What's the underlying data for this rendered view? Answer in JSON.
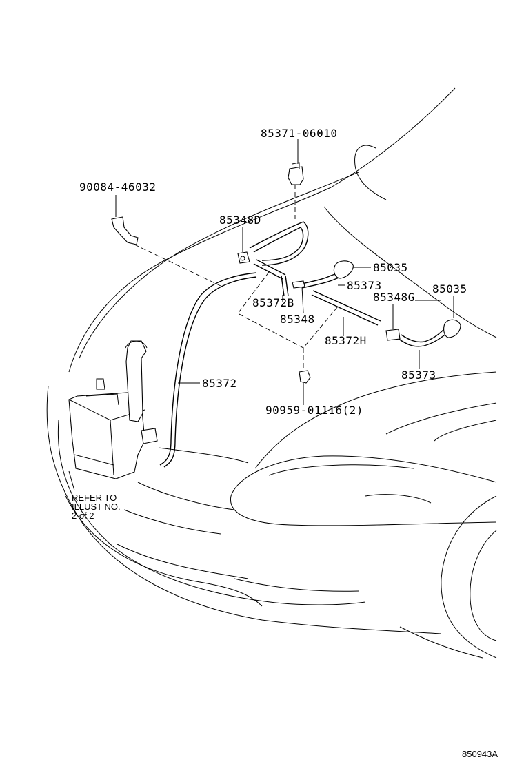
{
  "diagram": {
    "part_labels": {
      "p85371_06010": "85371-06010",
      "p90084_46032": "90084-46032",
      "p85348D": "85348D",
      "p85035_a": "85035",
      "p85373_a": "85373",
      "p85035_b": "85035",
      "p85372B": "85372B",
      "p85348G": "85348G",
      "p85348": "85348",
      "p85372H": "85372H",
      "p85372": "85372",
      "p85373_b": "85373",
      "p90959_01116": "90959-01116(2)"
    },
    "refer_note": {
      "line1": "REFER TO",
      "line2": "ILLUST NO.",
      "line3": "2 of 2"
    },
    "illustration_code": "850943A"
  }
}
